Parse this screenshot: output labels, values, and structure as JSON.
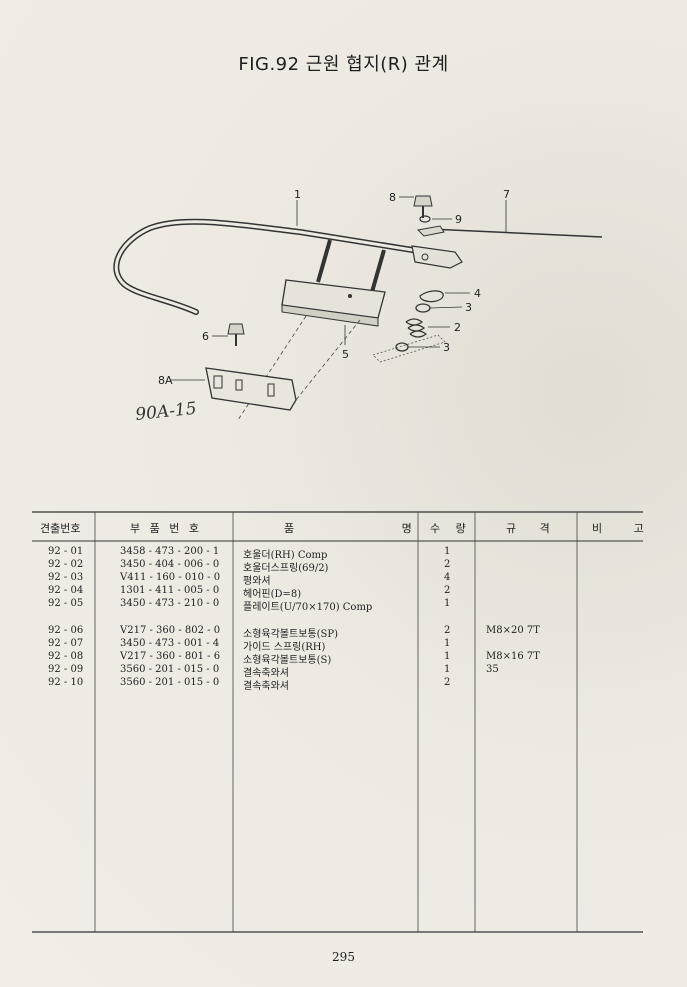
{
  "title": "FIG.92 근원 협지(R) 관계",
  "handwritten_note": "90A-15",
  "callouts": [
    "1",
    "2",
    "3",
    "3",
    "4",
    "5",
    "6",
    "7",
    "8",
    "8A",
    "9"
  ],
  "table": {
    "headers": [
      "견출번호",
      "부 품 번 호",
      "품 명",
      "수 량",
      "규 격",
      "비 고"
    ],
    "rows": [
      {
        "no": "92 - 01",
        "part": "3458 - 473 - 200 - 1",
        "name": "호울더(RH) Comp",
        "qty": "1",
        "spec": ""
      },
      {
        "no": "92 - 02",
        "part": "3450 - 404 - 006 - 0",
        "name": "호울더스프링(69/2)",
        "qty": "2",
        "spec": ""
      },
      {
        "no": "92 - 03",
        "part": "V411 - 160 - 010 - 0",
        "name": "평와셔",
        "qty": "4",
        "spec": ""
      },
      {
        "no": "92 - 04",
        "part": "1301 - 411 - 005 - 0",
        "name": "헤어핀(D=8)",
        "qty": "2",
        "spec": ""
      },
      {
        "no": "92 - 05",
        "part": "3450 - 473 - 210 - 0",
        "name": "플레이트(U/70×170) Comp",
        "qty": "1",
        "spec": ""
      },
      {
        "no": "92 - 06",
        "part": "V217 - 360 - 802 - 0",
        "name": "소형육각볼트보통(SP)",
        "qty": "2",
        "spec": "M8×20 7T"
      },
      {
        "no": "92 - 07",
        "part": "3450 - 473 - 001 - 4",
        "name": "가이드 스프링(RH)",
        "qty": "1",
        "spec": ""
      },
      {
        "no": "92 - 08",
        "part": "V217 - 360 - 801 - 6",
        "name": "소형육각볼트보통(S)",
        "qty": "1",
        "spec": "M8×16 7T"
      },
      {
        "no": "92 - 09",
        "part": "3560 - 201 - 015 - 0",
        "name": "결속축와셔",
        "qty": "1",
        "spec": "35"
      },
      {
        "no": "92 - 10",
        "part": "3560 - 201 - 015 - 0",
        "name": "결속축와셔",
        "qty": "2",
        "spec": ""
      }
    ]
  },
  "page_number": "295"
}
